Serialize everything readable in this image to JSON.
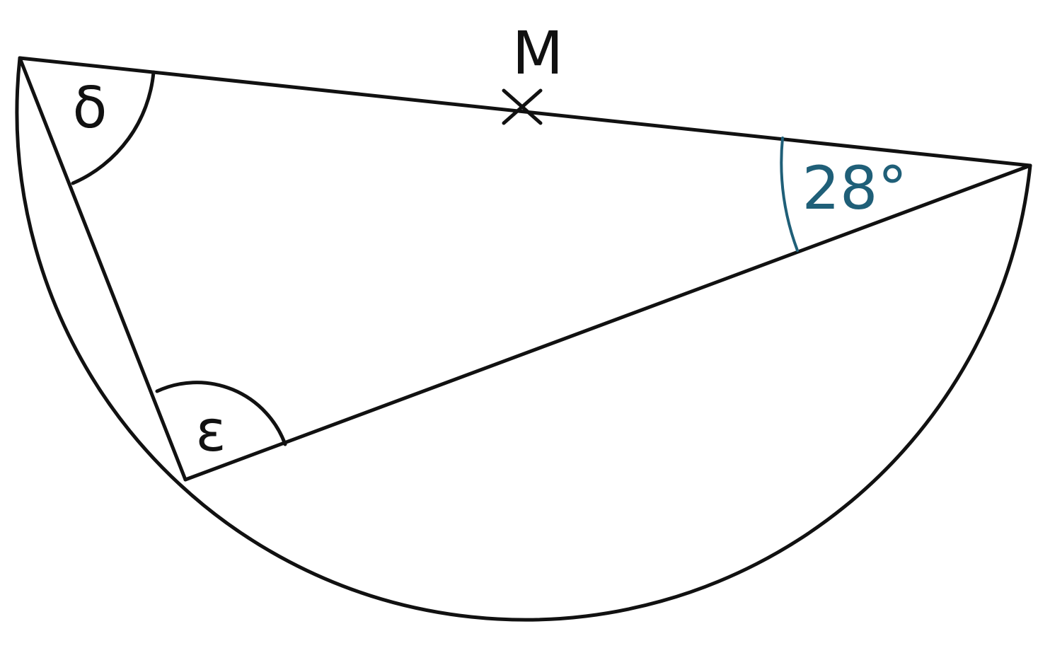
{
  "labels": {
    "center_point": "M",
    "angle_top_left": "δ",
    "angle_bottom": "ε",
    "angle_right": "28°"
  },
  "colors": {
    "line": "#111111",
    "accent": "#1f5f78",
    "background": "#ffffff"
  }
}
